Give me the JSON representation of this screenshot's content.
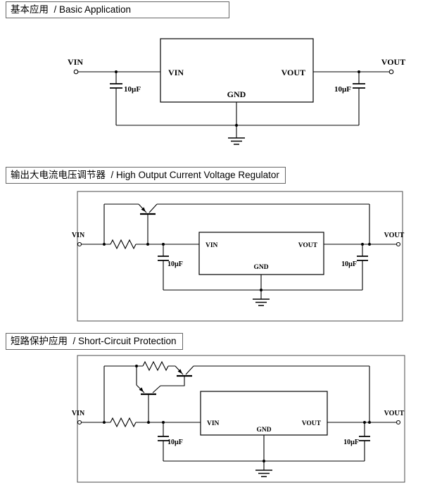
{
  "page": {
    "background": "#ffffff",
    "line_color": "#000000"
  },
  "sections": [
    {
      "id": "basic-application",
      "title": "基本应用  / Basic Application"
    },
    {
      "id": "high-output-current",
      "title": "输出大电流电压调节器  / High Output Current Voltage Regulator"
    },
    {
      "id": "short-circuit-protection",
      "title": "短路保护应用  / Short-Circuit Protection"
    }
  ],
  "labels": {
    "vin": "VIN",
    "vout": "VOUT",
    "gnd": "GND",
    "cap10": "10µF"
  }
}
